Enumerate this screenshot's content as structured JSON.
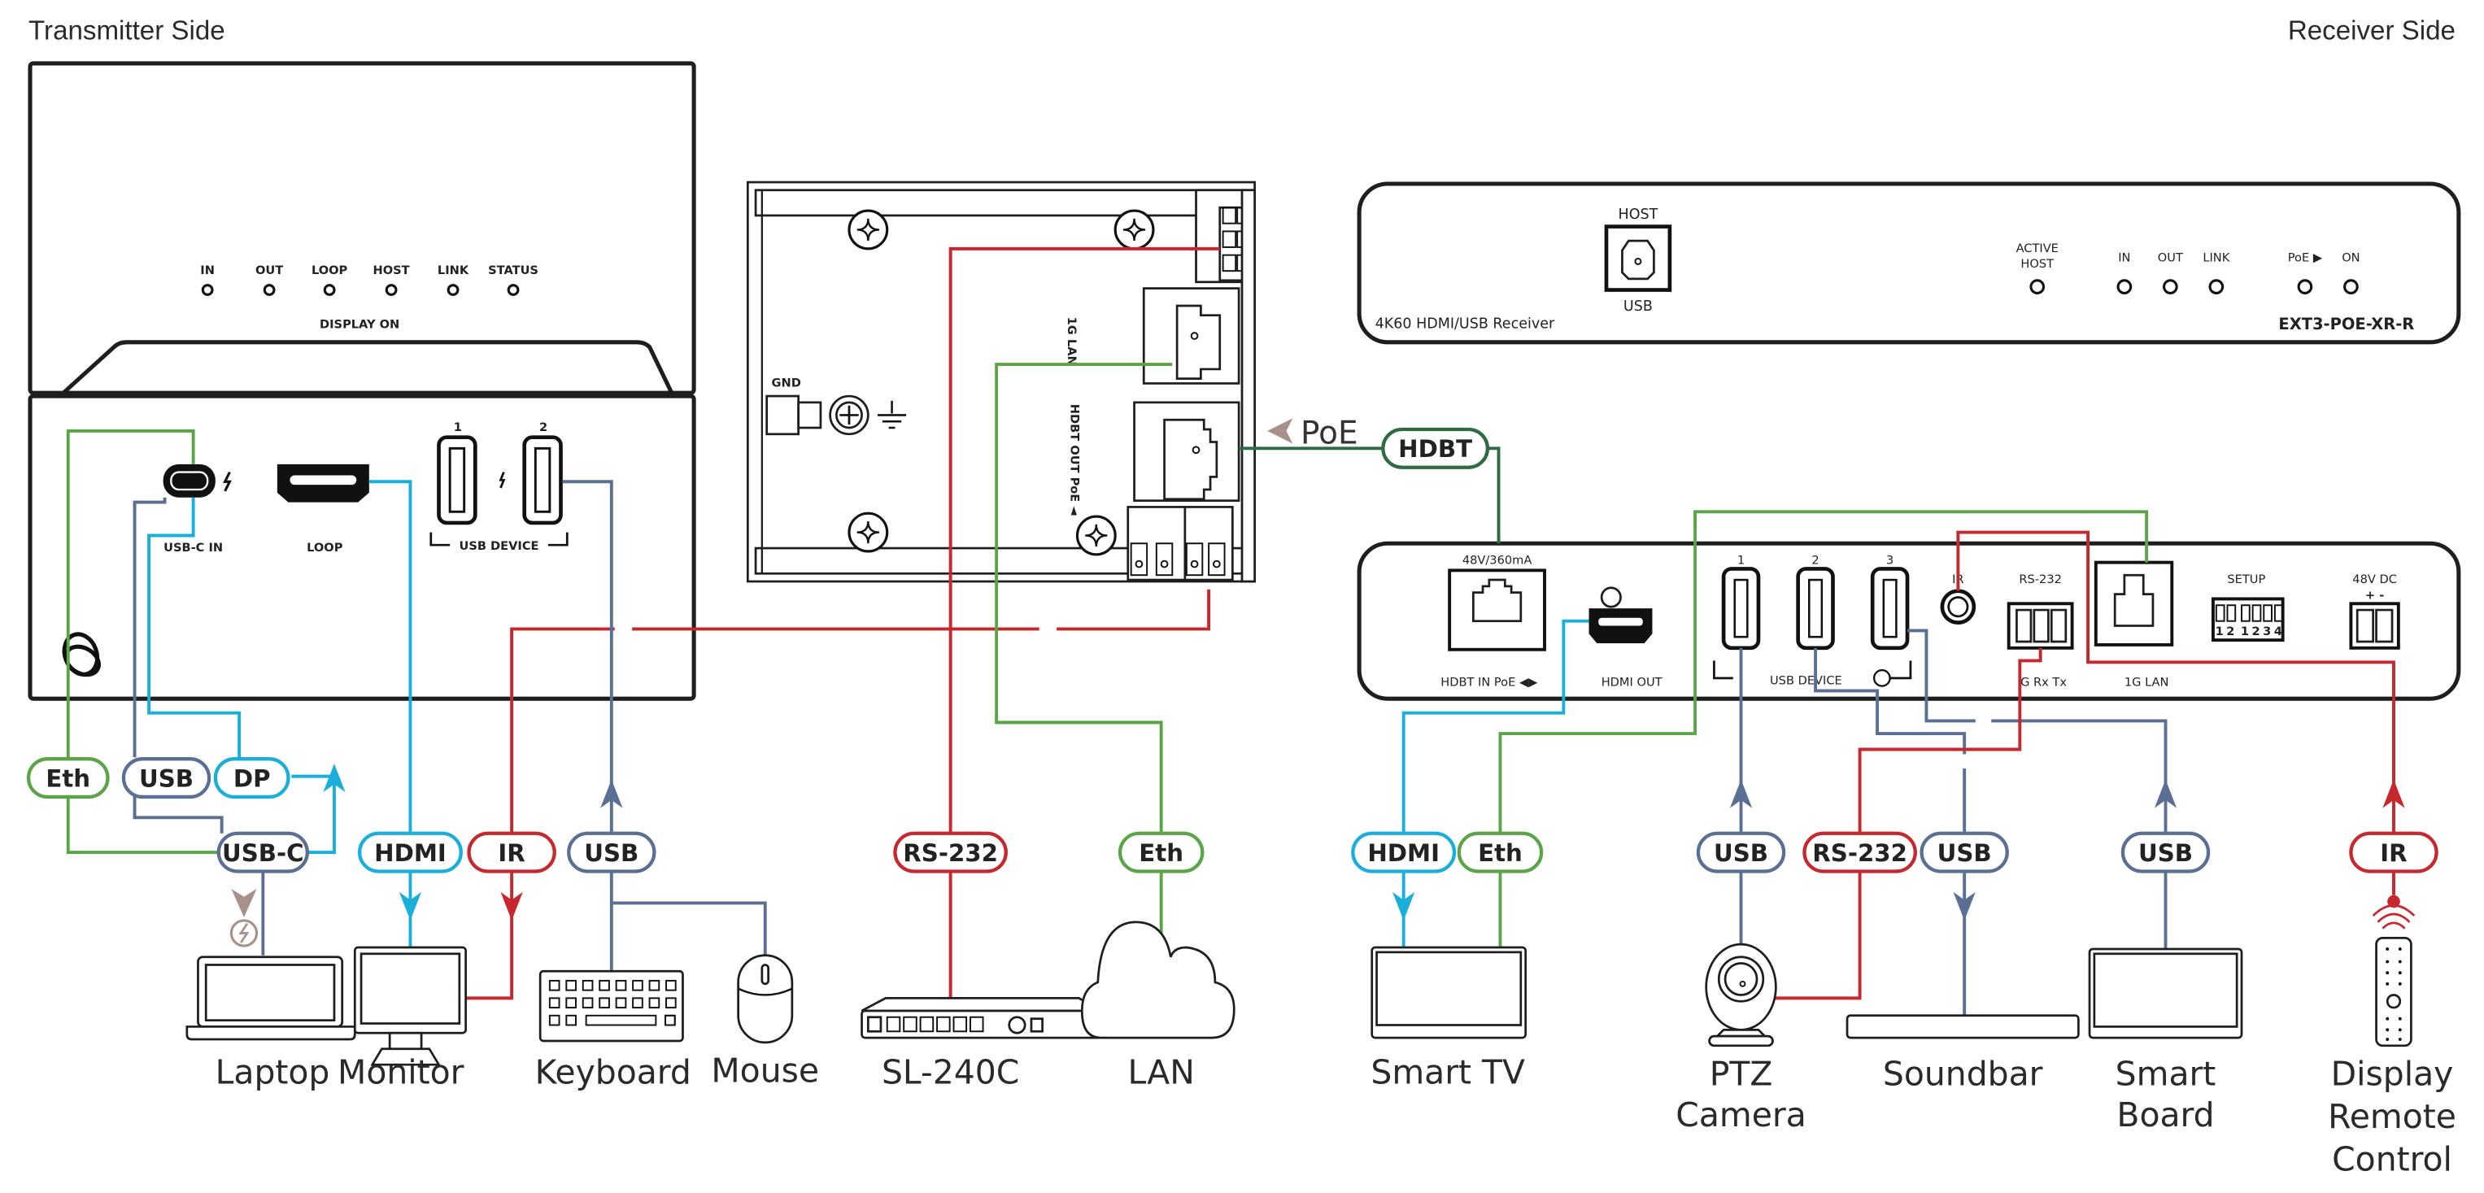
{
  "headers": {
    "transmitter": "Transmitter Side",
    "receiver": "Receiver Side"
  },
  "colors": {
    "cyan": "#1aafdb",
    "green": "#5ba447",
    "dark_green": "#2f6b42",
    "red": "#c6282e",
    "blue_grey": "#5b6e93",
    "brown": "#a8918a",
    "outline": "#1e1e1e"
  },
  "transmitter_front": {
    "leds": [
      "IN",
      "OUT",
      "LOOP",
      "HOST",
      "LINK",
      "STATUS"
    ],
    "display_label": "DISPLAY ON"
  },
  "transmitter_rear": {
    "usbc_label": "USB-C IN",
    "loop_label": "LOOP",
    "usb_device_label": "USB DEVICE",
    "usb_port_1": "1",
    "usb_port_2": "2"
  },
  "wallplate": {
    "gnd_label": "GND",
    "lan_label": "1G LAN",
    "hdbt_label": "HDBT OUT PoE ◄",
    "poe_label": "PoE"
  },
  "receiver_front": {
    "host_label": "HOST",
    "usb_label": "USB",
    "description": "4K60 HDMI/USB Receiver",
    "model": "EXT3-POE-XR-R",
    "active_host": [
      "ACTIVE",
      "HOST"
    ],
    "leds": [
      "IN",
      "OUT",
      "LINK"
    ],
    "poe_led": "PoE ▶",
    "on_led": "ON"
  },
  "receiver_rear": {
    "hdbt_power": "48V/360mA",
    "hdbt_in": "HDBT IN PoE ◀▶",
    "hdmi_out": "HDMI OUT",
    "usb_ports": [
      "1",
      "2",
      "3"
    ],
    "usb_device": "USB DEVICE",
    "ir": "IR",
    "rs232": "RS-232",
    "rs232_pins": "G  Rx Tx",
    "lan": "1G LAN",
    "setup": "SETUP",
    "setup_pins": "1 2   1 2 3 4",
    "power": "48V DC",
    "power_pins": "+   -"
  },
  "pills": {
    "hdbt": "HDBT",
    "tx_eth": "Eth",
    "tx_usb": "USB",
    "tx_dp": "DP",
    "tx_usbc": "USB-C",
    "tx_hdmi": "HDMI",
    "tx_ir": "IR",
    "tx_usb2": "USB",
    "mid_rs232": "RS-232",
    "mid_eth": "Eth",
    "rx_hdmi": "HDMI",
    "rx_eth": "Eth",
    "rx_usb_cam": "USB",
    "rx_rs232": "RS-232",
    "rx_usb_sound": "USB",
    "rx_usb_board": "USB",
    "rx_ir": "IR"
  },
  "devices": {
    "laptop": "Laptop",
    "monitor": "Monitor",
    "keyboard": "Keyboard",
    "mouse": "Mouse",
    "sl240c": "SL-240C",
    "lan": "LAN",
    "smart_tv": "Smart TV",
    "ptz": [
      "PTZ",
      "Camera"
    ],
    "soundbar": "Soundbar",
    "smart_board": [
      "Smart",
      "Board"
    ],
    "remote": [
      "Display",
      "Remote",
      "Control"
    ]
  }
}
